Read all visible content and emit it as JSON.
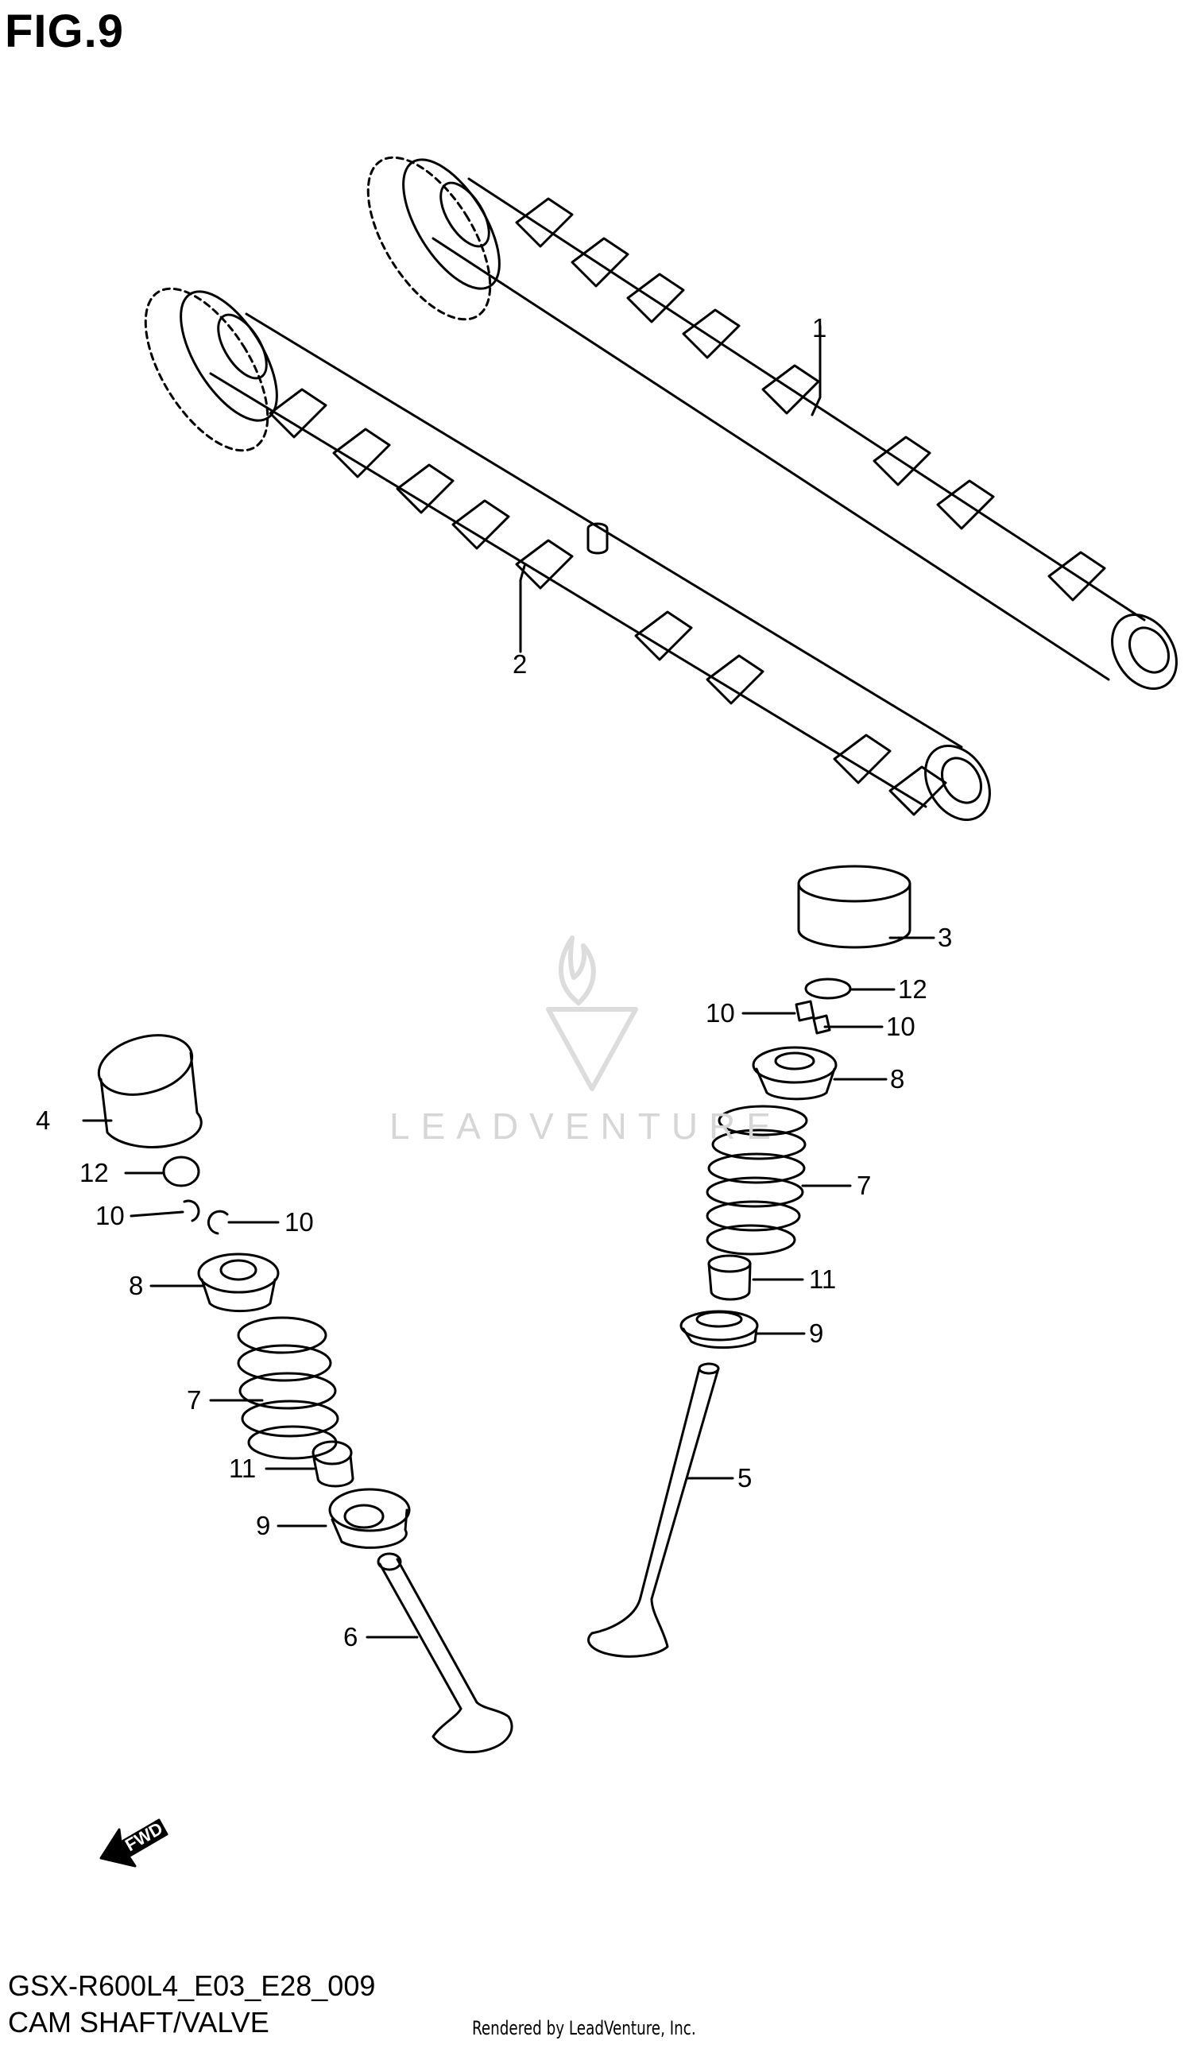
{
  "figure_title": "FIG.9",
  "diagram_code": "GSX-R600L4_E03_E28_009",
  "diagram_title": "CAM SHAFT/VALVE",
  "render_credit": "Rendered by LeadVenture, Inc.",
  "watermark_text": "LEADVENTURE",
  "fwd_label": "FWD",
  "callouts": {
    "c1": "1",
    "c2": "2",
    "c3": "3",
    "c4": "4",
    "c5": "5",
    "c6": "6",
    "c7_right": "7",
    "c8_right": "8",
    "c9_right": "9",
    "c10_right_a": "10",
    "c10_right_b": "10",
    "c11_right": "11",
    "c12_right": "12",
    "c7_left": "7",
    "c8_left": "8",
    "c9_left": "9",
    "c10_left_a": "10",
    "c10_left_b": "10",
    "c11_left": "11",
    "c12_left": "12"
  }
}
